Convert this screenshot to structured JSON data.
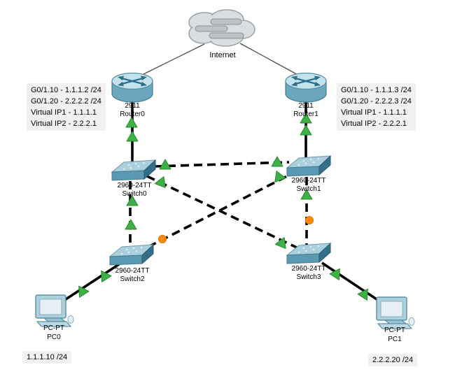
{
  "cloud": {
    "label": "Internet"
  },
  "devices": {
    "router0": {
      "model": "2911",
      "name": "Router0"
    },
    "router1": {
      "model": "2911",
      "name": "Router1"
    },
    "switch0": {
      "model": "2960-24TT",
      "name": "Switch0"
    },
    "switch1": {
      "model": "2960-24TT",
      "name": "Switch1"
    },
    "switch2": {
      "model": "2960-24TT",
      "name": "Switch2"
    },
    "switch3": {
      "model": "2960-24TT",
      "name": "Switch3"
    },
    "pc0": {
      "model": "PC-PT",
      "name": "PC0"
    },
    "pc1": {
      "model": "PC-PT",
      "name": "PC1"
    }
  },
  "notes": {
    "router0_info": {
      "lines": [
        "G0/1.10 - 1.1.1.2 /24",
        "G0/1.20 - 2.2.2.2 /24",
        "Virtual IP1 - 1.1.1.1",
        "Virtual IP2 - 2.2.2.1"
      ]
    },
    "router1_info": {
      "lines": [
        "G0/1.10 - 1.1.1.3 /24",
        "G0/1.20 - 2.2.2.3 /24",
        "Virtual IP1 - 1.1.1.1",
        "Virtual IP2 - 2.2.2.1"
      ]
    },
    "pc0_ip": "1.1.1.10 /24",
    "pc1_ip": "2.2.2.20 /24"
  },
  "links": [
    {
      "from": "Internet",
      "to": "Router0",
      "style": "thin-line",
      "ends": [
        "none",
        "none"
      ]
    },
    {
      "from": "Internet",
      "to": "Router1",
      "style": "thin-line",
      "ends": [
        "none",
        "none"
      ]
    },
    {
      "from": "Router0",
      "to": "Switch0",
      "style": "solid",
      "ends": [
        "up",
        "up"
      ]
    },
    {
      "from": "Router1",
      "to": "Switch1",
      "style": "solid",
      "ends": [
        "up",
        "up"
      ]
    },
    {
      "from": "Switch0",
      "to": "Switch1",
      "style": "dashed",
      "ends": [
        "up",
        "up"
      ]
    },
    {
      "from": "Switch0",
      "to": "Switch2",
      "style": "dashed",
      "ends": [
        "up",
        "up"
      ]
    },
    {
      "from": "Switch0",
      "to": "Switch3",
      "style": "dashed",
      "ends": [
        "up",
        "up"
      ]
    },
    {
      "from": "Switch1",
      "to": "Switch3",
      "style": "dashed",
      "ends": [
        "up",
        "blocked"
      ]
    },
    {
      "from": "Switch1",
      "to": "Switch2",
      "style": "dashed",
      "ends": [
        "up",
        "blocked"
      ]
    },
    {
      "from": "Switch2",
      "to": "PC0",
      "style": "solid",
      "ends": [
        "up",
        "up"
      ]
    },
    {
      "from": "Switch3",
      "to": "PC1",
      "style": "solid",
      "ends": [
        "up",
        "up"
      ]
    }
  ],
  "colors": {
    "status_up": "#3fb044",
    "status_blocked": "#ff8a00",
    "cable": "#000000",
    "device_front": "#5b99b2",
    "device_top": "#abcfdc",
    "note_background": "#f1f1f2"
  }
}
